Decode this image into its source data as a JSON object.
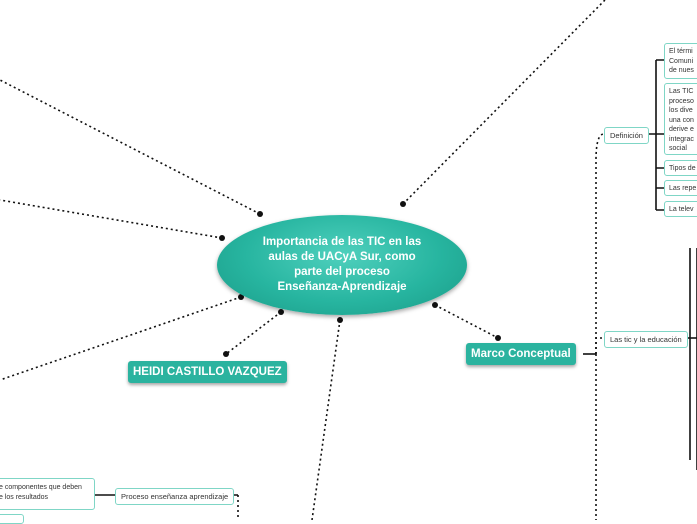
{
  "central": {
    "line1": "Importancia de las TIC en las",
    "line2": "aulas de UACyA Sur, como",
    "line3": "parte del proceso",
    "line4": "Enseñanza-Aprendizaje"
  },
  "branches": {
    "author": "HEIDI CASTILLO VAZQUEZ",
    "marco": "Marco Conceptual"
  },
  "definicion": {
    "label": "Definición",
    "leaf1": [
      "El térmi",
      "Comuni",
      "de nues"
    ],
    "leaf2": [
      "Las TIC",
      "proceso",
      "los dive",
      "una con",
      "derive e",
      "integrac",
      "social"
    ],
    "leaf3": "Tipos de",
    "leaf4": "Las repe",
    "leaf5": "La telev"
  },
  "tic_educacion": {
    "label": "Las tic y la educación"
  },
  "proceso": {
    "label": "Proceso enseñanza aprendizaje",
    "leaf": [
      "e componentes que deben",
      "e los resultados"
    ]
  },
  "colors": {
    "central": "#27b5a0",
    "border": "#7fd6c6",
    "line": "#111111"
  }
}
